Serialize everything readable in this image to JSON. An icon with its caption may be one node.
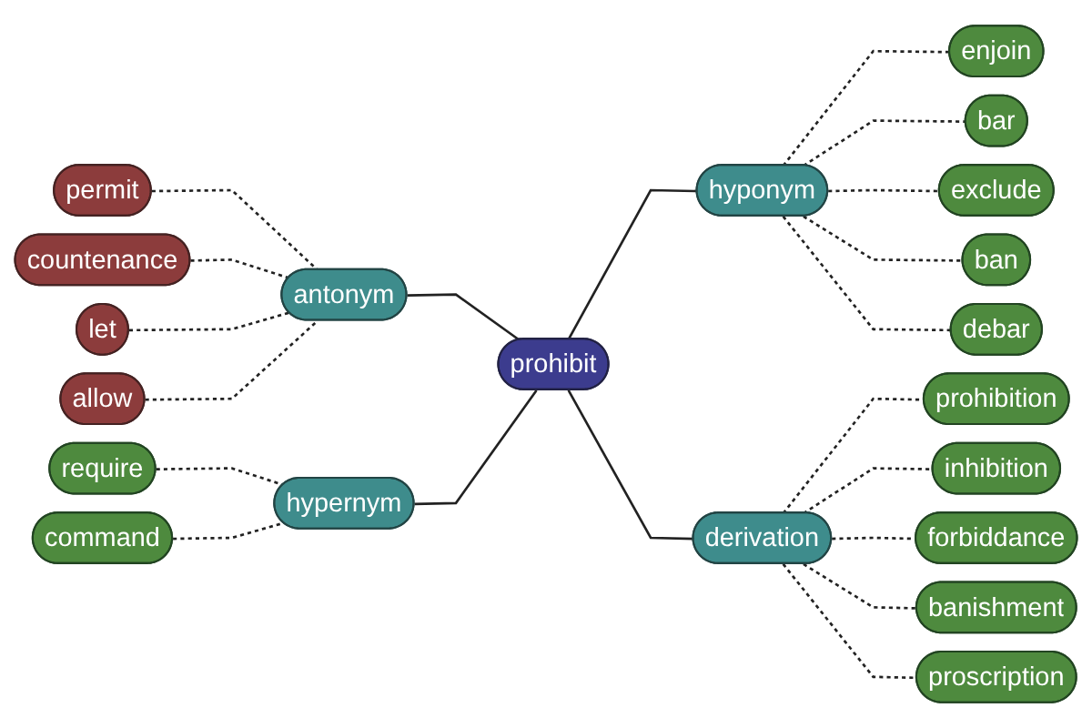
{
  "diagram": {
    "nodes": [
      {
        "text": [
          "permit"
        ]
      },
      {
        "text": [
          "countenance"
        ]
      },
      {
        "text": [
          "let"
        ]
      },
      {
        "text": [
          "allow"
        ]
      },
      {
        "text": [
          "antonym"
        ]
      },
      {
        "text": [
          "require"
        ]
      },
      {
        "text": [
          "hypernym"
        ]
      },
      {
        "text": [
          "command"
        ]
      },
      {
        "text": [
          "prohibit"
        ]
      },
      {
        "text": [
          "enjoin"
        ]
      },
      {
        "text": [
          "hyponym"
        ]
      },
      {
        "text": [
          "bar"
        ]
      },
      {
        "text": [
          "exclude"
        ]
      },
      {
        "text": [
          "ban"
        ]
      },
      {
        "text": [
          "debar"
        ]
      },
      {
        "text": [
          "prohibition"
        ]
      },
      {
        "text": [
          "derivation"
        ]
      },
      {
        "text": [
          "inhibition"
        ]
      },
      {
        "text": [
          "forbiddance"
        ]
      },
      {
        "text": [
          "banishment"
        ]
      },
      {
        "text": [
          "proscription"
        ]
      }
    ],
    "edges": [
      {
        "from": 0,
        "to": 4,
        "arrow": "none",
        "style": "dashed"
      },
      {
        "from": 1,
        "to": 4,
        "arrow": "none",
        "style": "dashed"
      },
      {
        "from": 2,
        "to": 4,
        "arrow": "none",
        "style": "dashed"
      },
      {
        "from": 3,
        "to": 4,
        "arrow": "none",
        "style": "dashed"
      },
      {
        "from": 4,
        "to": 8,
        "arrow": "none"
      },
      {
        "from": 5,
        "to": 6,
        "arrow": "none",
        "style": "dashed"
      },
      {
        "from": 7,
        "to": 6,
        "arrow": "none",
        "style": "dashed"
      },
      {
        "from": 6,
        "to": 8,
        "arrow": "none"
      },
      {
        "from": 8,
        "to": 10,
        "arrow": "none"
      },
      {
        "from": 10,
        "to": 9,
        "arrow": "none",
        "style": "dashed"
      },
      {
        "from": 10,
        "to": 11,
        "arrow": "none",
        "style": "dashed"
      },
      {
        "from": 10,
        "to": 12,
        "arrow": "none",
        "style": "dashed"
      },
      {
        "from": 10,
        "to": 13,
        "arrow": "none",
        "style": "dashed"
      },
      {
        "from": 10,
        "to": 14,
        "arrow": "none",
        "style": "dashed"
      },
      {
        "from": 8,
        "to": 16,
        "arrow": "none"
      },
      {
        "from": 16,
        "to": 15,
        "arrow": "none",
        "style": "dashed"
      },
      {
        "from": 16,
        "to": 17,
        "arrow": "none",
        "style": "dashed"
      },
      {
        "from": 16,
        "to": 18,
        "arrow": "none",
        "style": "dashed"
      },
      {
        "from": 16,
        "to": 19,
        "arrow": "none",
        "style": "dashed"
      },
      {
        "from": 16,
        "to": 20,
        "arrow": "none",
        "style": "dashed"
      }
    ]
  }
}
